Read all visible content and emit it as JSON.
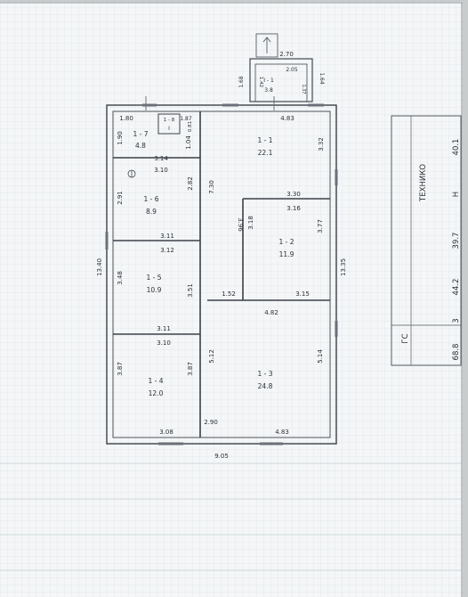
{
  "stair": {
    "label": "1 - 8",
    "mark": "I"
  },
  "rooms": [
    {
      "id": "r1",
      "label": "1 - 1",
      "area": "22.1"
    },
    {
      "id": "r2",
      "label": "1 - 2",
      "area": "11.9"
    },
    {
      "id": "r3",
      "label": "1 - 3",
      "area": "24.8"
    },
    {
      "id": "r4",
      "label": "1 - 4",
      "area": "12.0"
    },
    {
      "id": "r5",
      "label": "1 - 5",
      "area": "10.9"
    },
    {
      "id": "r6",
      "label": "1 - 6",
      "area": "8.9"
    },
    {
      "id": "r7",
      "label": "1 - 7",
      "area": "4.8"
    },
    {
      "id": "r8",
      "label": "1 - 8",
      "area": ""
    },
    {
      "id": "r9",
      "label": "I - 1",
      "area": "3.8"
    }
  ],
  "dimensions": {
    "porch_top": "2.70",
    "porch_inner": "2.05",
    "porch_left": "1.68",
    "porch_inner_left": "1.42",
    "porch_right": "1.64",
    "porch_inner_right": "1.37",
    "top_left": "1.80",
    "top_stair": "1.87",
    "top_right": "4.83",
    "stair_side": "0.81",
    "left_top": "1.90",
    "room7_bottom": "3.14",
    "room7_side": "1.04",
    "room6_top": "3.10",
    "room1_right": "3.32",
    "room6_left": "2.91",
    "room6_right": "2.82",
    "mid_corridor": "7.30",
    "room2_top": "3.30",
    "room2_inner_top": "3.16",
    "room2_left": "3.96",
    "room2_left_inner": "3.18",
    "room2_right": "3.77",
    "room6_bottom": "3.11",
    "room5_top": "3.12",
    "overall_left": "13.40",
    "overall_right": "13.35",
    "room5_left": "3.48",
    "room5_right": "3.51",
    "corridor_step": "1.52",
    "room2_bottom": "3.15",
    "room3_top": "4.82",
    "room5_bottom": "3.11",
    "room4_top": "3.10",
    "room4_left": "3.87",
    "room4_right": "3.87",
    "room3_left": "5.12",
    "room3_right": "5.14",
    "bottom_left": "3.08",
    "corridor_bottom": "2.90",
    "bottom_right": "4.83",
    "overall_bottom": "9.05"
  },
  "stamp": {
    "org": "ТЕХНИКО",
    "org_small": "ГС",
    "values": [
      "40.1",
      "Н",
      "39.7",
      "44.2",
      "3",
      "68.8"
    ]
  }
}
